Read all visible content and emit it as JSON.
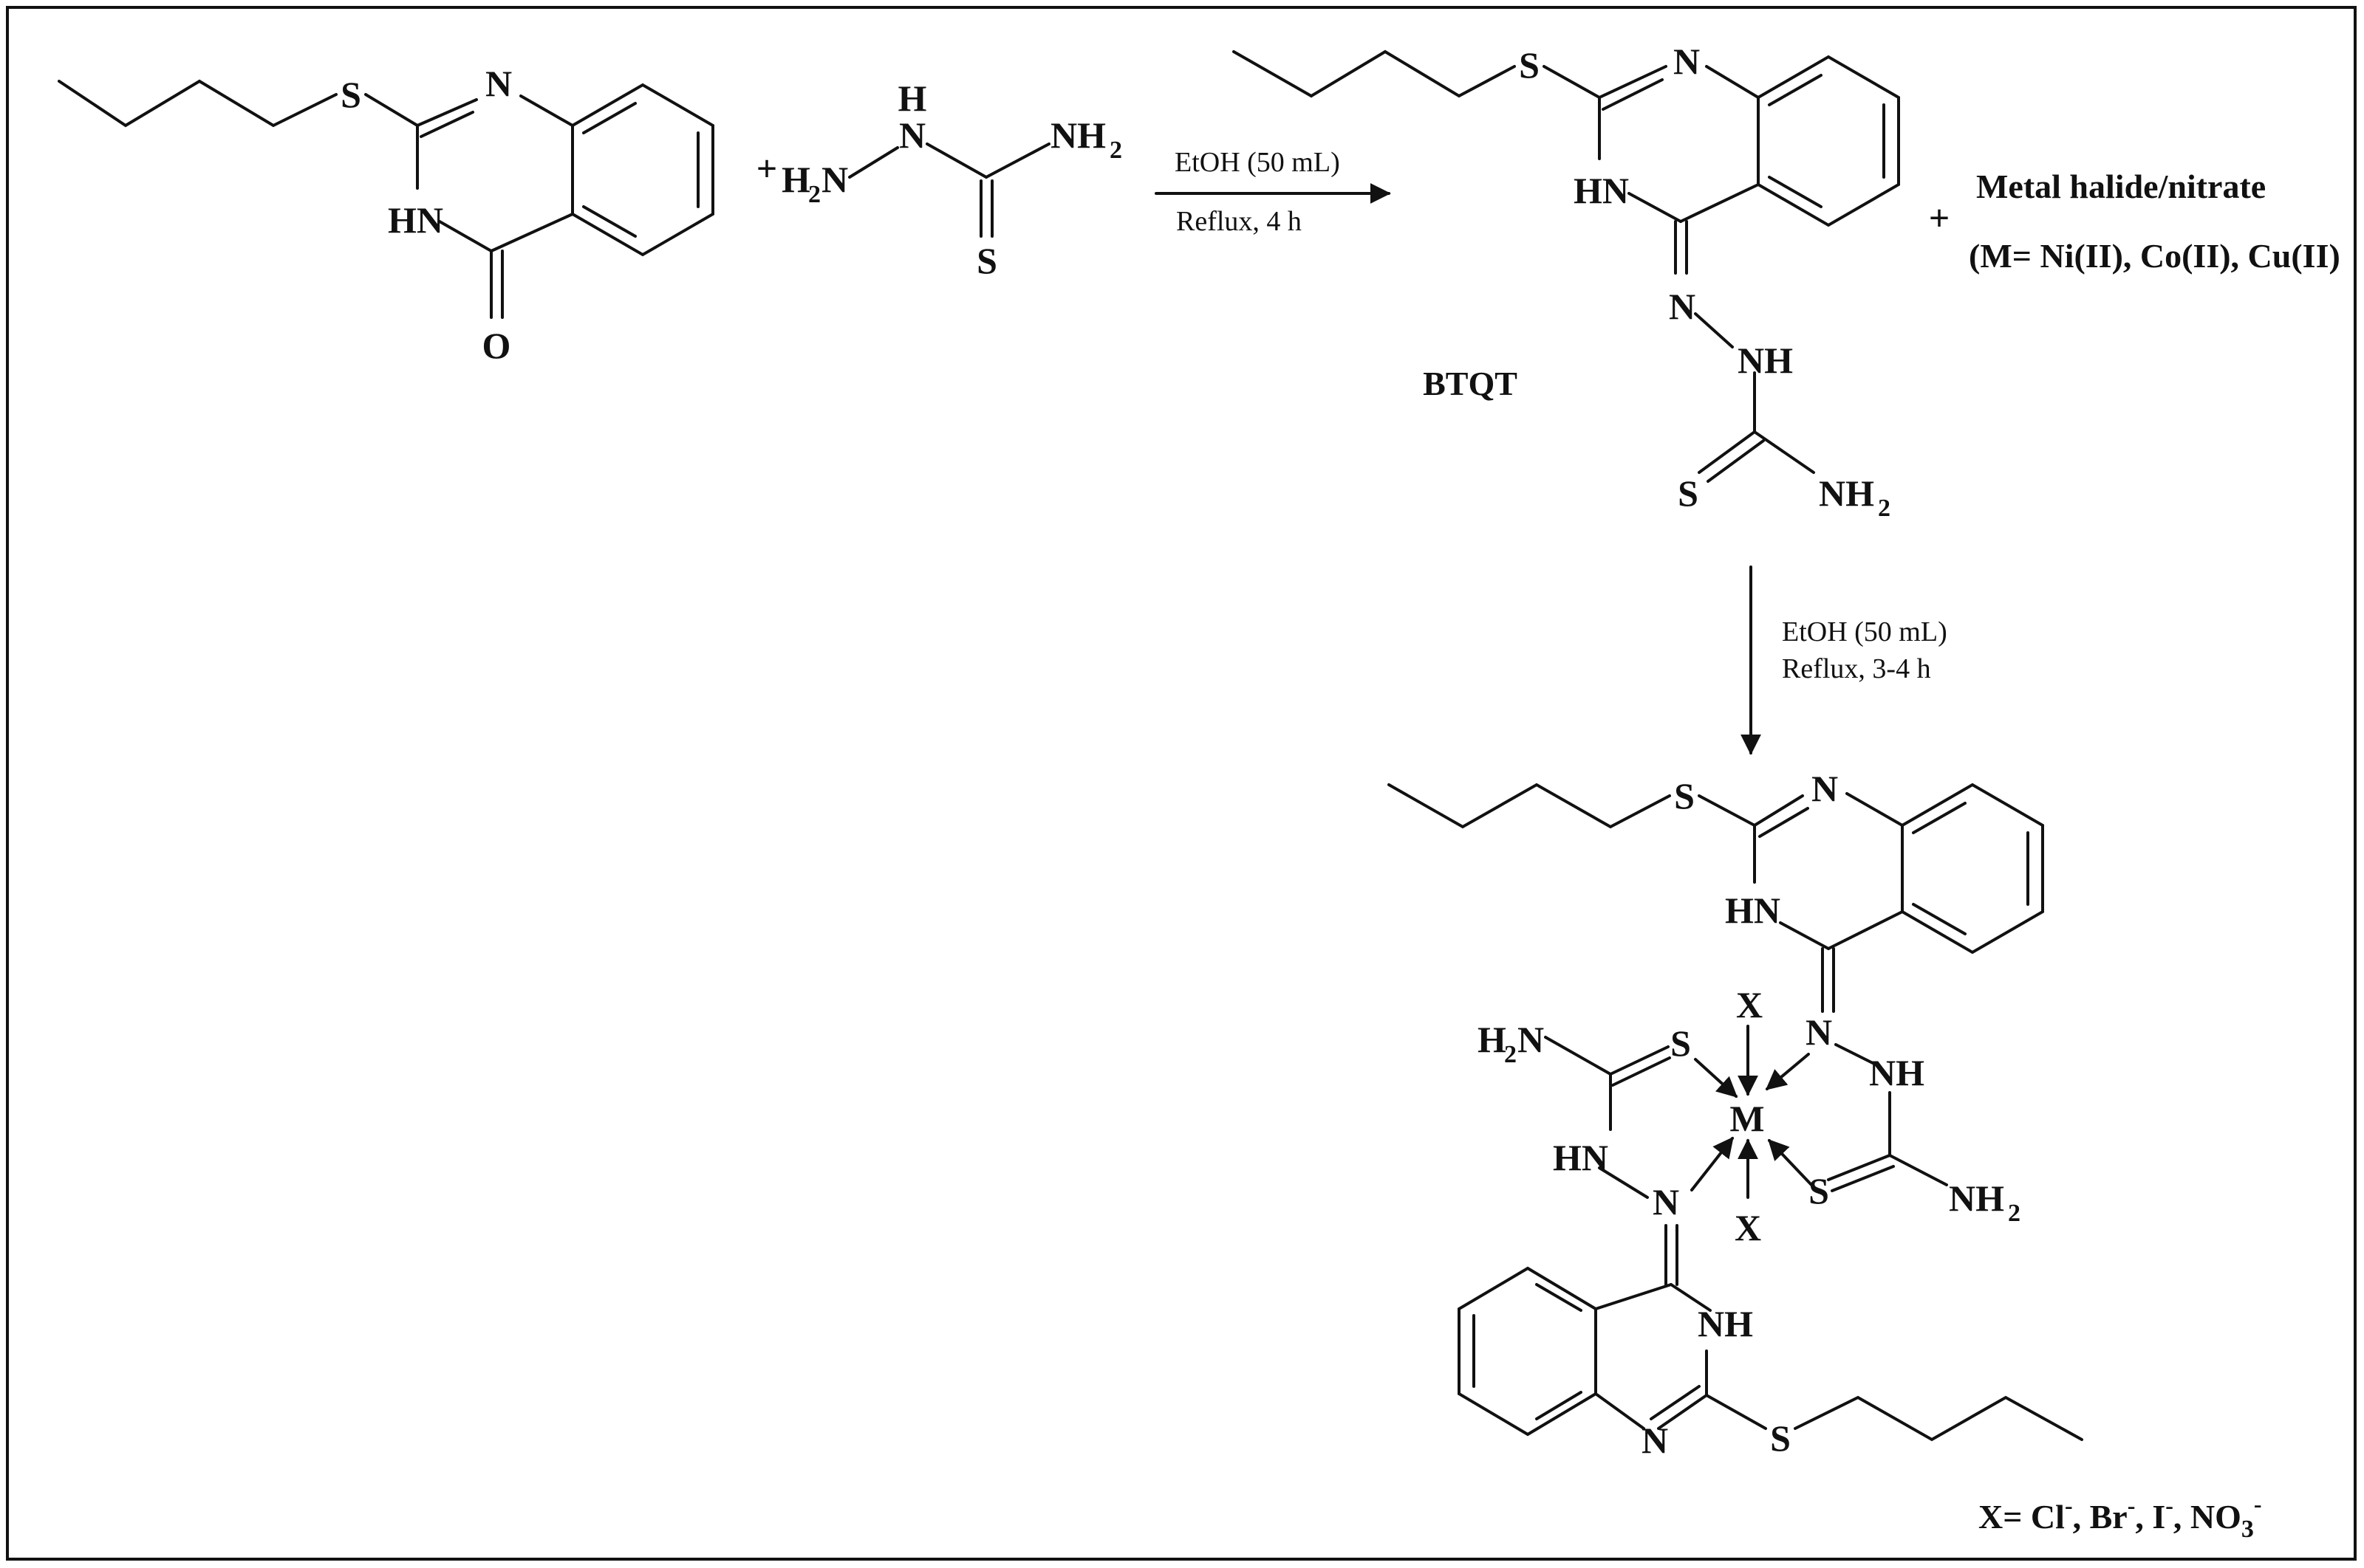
{
  "atoms": {
    "S": "S",
    "N": "N",
    "HN": "HN",
    "NH": "NH",
    "H": "H",
    "O": "O",
    "M": "M",
    "X": "X",
    "NH_prefix": "NH",
    "H2_prefix": "H",
    "H2N_suffix": "N",
    "sub2": "2",
    "plus": "+"
  },
  "step1": {
    "line1": "EtOH (50 mL)",
    "line2": "Reflux, 4 h"
  },
  "step2": {
    "line1": "EtOH (50 mL)",
    "line2": "Reflux, 3-4 h"
  },
  "intermediate_label": "BTQT",
  "metal_reagent": {
    "line1": "Metal halide/nitrate",
    "line2": "(M= Ni(II), Co(II), Cu(II)"
  },
  "counterions": {
    "prefix": "X= Cl",
    "minus": "-",
    "br": ", Br",
    "i": ", I",
    "no3": ", NO",
    "three": "3"
  }
}
